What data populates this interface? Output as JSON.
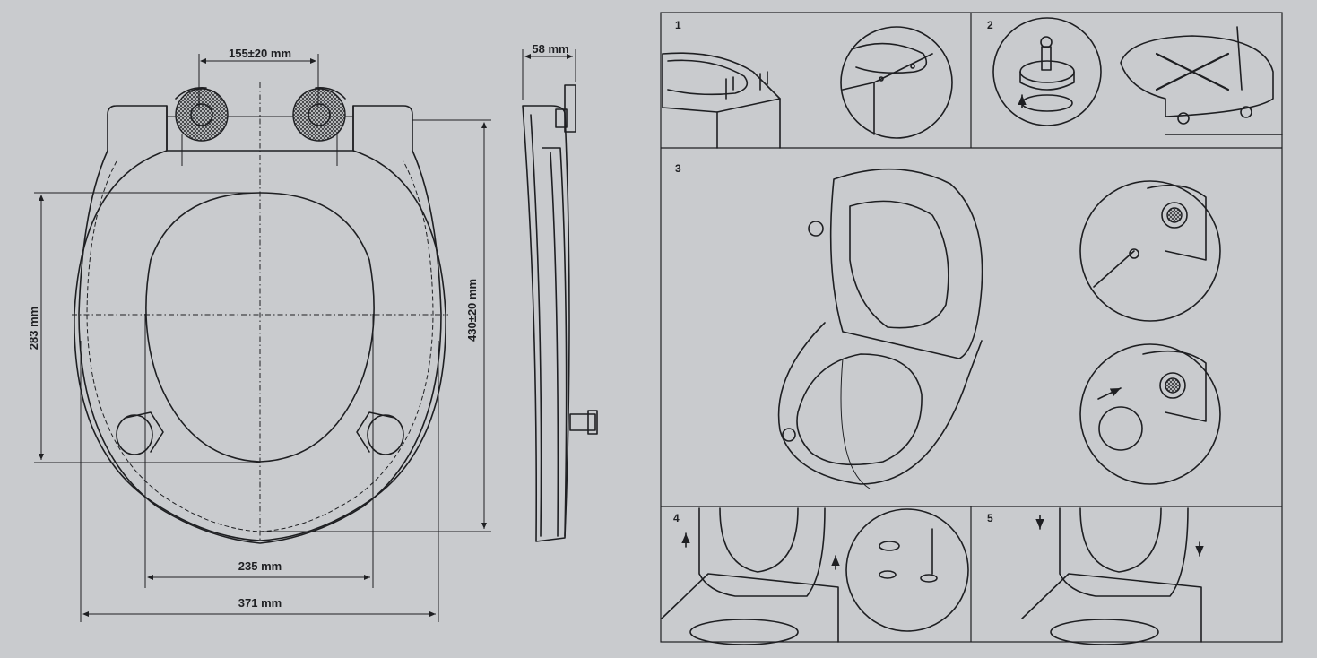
{
  "dimensions": {
    "hinge_spacing": "155±20 mm",
    "depth": "58 mm",
    "inner_length": "283 mm",
    "outer_length": "430±20 mm",
    "inner_width": "235 mm",
    "outer_width": "371 mm"
  },
  "steps": [
    "1",
    "2",
    "3",
    "4",
    "5"
  ]
}
